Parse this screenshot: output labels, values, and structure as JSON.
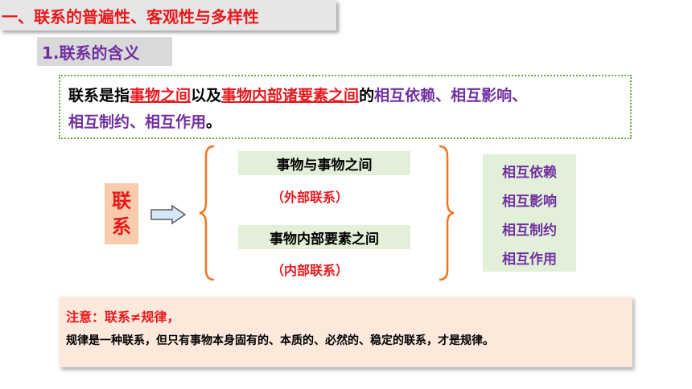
{
  "heading": {
    "text": "一、联系的普遍性、客观性与多样性"
  },
  "subheading": {
    "text": "1.联系的含义"
  },
  "definition": {
    "part1": "联系是指",
    "part2": "事物之间",
    "part3": "以及",
    "part4": "事物内部诸要素之间",
    "part5": "的",
    "part6": "相互依赖、相互影响、",
    "part7": "相互制约、相互作用",
    "part8": "。"
  },
  "diagram": {
    "label_line1": "联",
    "label_line2": "系",
    "external": {
      "title": "事物与事物之间",
      "note": "（外部联系）"
    },
    "internal": {
      "title": "事物内部要素之间",
      "note": "（内部联系）"
    },
    "relations": [
      "相互依赖",
      "相互影响",
      "相互制约",
      "相互作用"
    ]
  },
  "note": {
    "title": "注意：联系≠规律，",
    "text": "规律是一种联系，但只有事物本身固有的、本质的、必然的、稳定的联系，才是规律。"
  },
  "colors": {
    "red": "#e8191d",
    "purple": "#7030a0",
    "green_fill": "#e2f0d9",
    "orange": "#f07522",
    "peach": "#f8cbad"
  }
}
